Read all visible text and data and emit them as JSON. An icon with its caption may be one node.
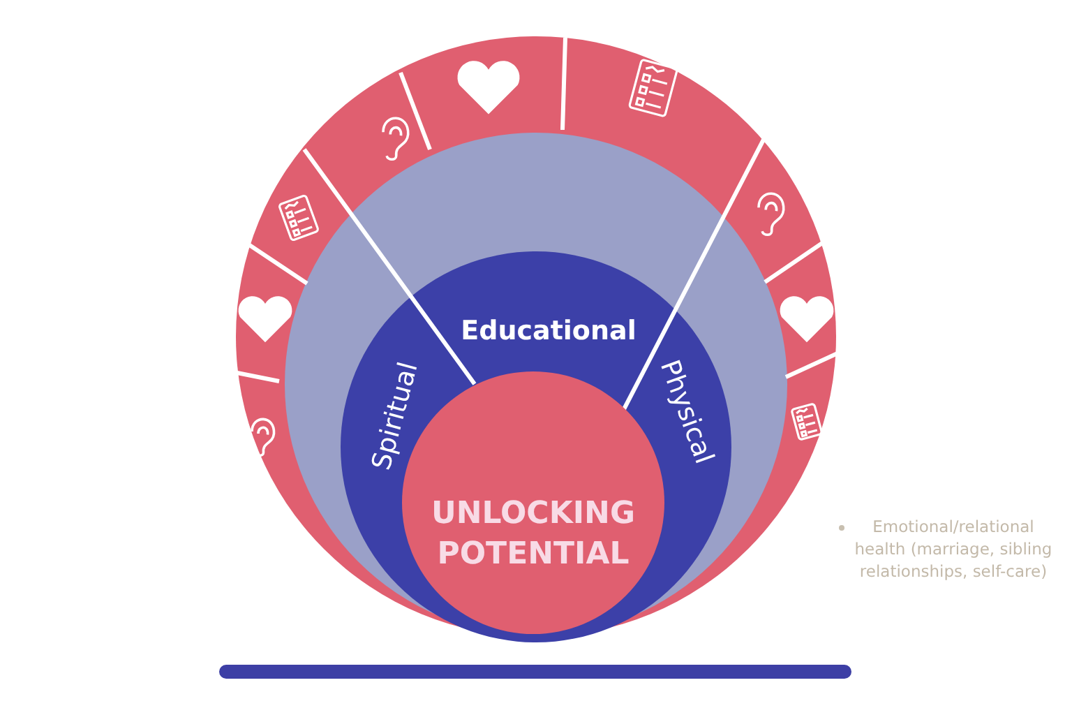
{
  "diagram": {
    "nodes": [
      {
        "text": [],
        "shape": "circle"
      },
      {
        "text": [],
        "shape": "circle",
        "in": 0
      },
      {
        "text": [
          "Educational",
          "Spiritual",
          "Physical"
        ],
        "in": 1
      },
      {
        "text": [
          "UNLOCKING POTENTIAL"
        ],
        "in": 2
      }
    ],
    "labels": [
      "Emotional/relational health (marriage, sibling relationships, self-care)"
    ]
  }
}
